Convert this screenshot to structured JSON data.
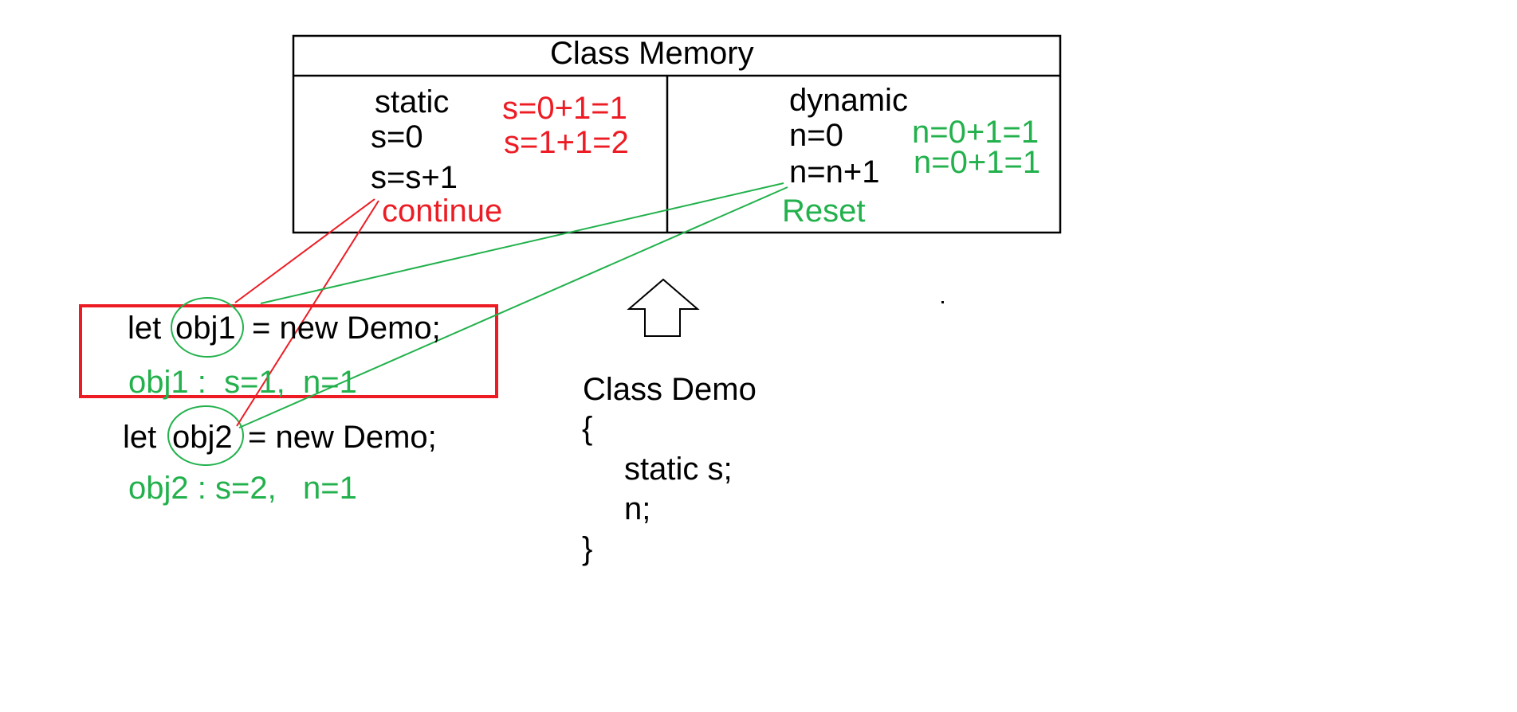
{
  "colors": {
    "black": "#000000",
    "red": "#ed1c24",
    "green": "#22b14c"
  },
  "memory_box": {
    "title": "Class Memory",
    "static_section": {
      "heading": "static",
      "init": "s=0",
      "update": "s=s+1",
      "note": "continue",
      "calcs": [
        "s=0+1=1",
        "s=1+1=2"
      ]
    },
    "dynamic_section": {
      "heading": "dynamic",
      "init": "n=0",
      "update": "n=n+1",
      "note": "Reset",
      "calcs": [
        "n=0+1=1",
        "n=0+1=1"
      ]
    }
  },
  "objects": [
    {
      "prefix": "let",
      "name": "obj1",
      "suffix": "= new Demo;",
      "result": "obj1 :  s=1,  n=1"
    },
    {
      "prefix": "let",
      "name": "obj2",
      "suffix": "= new Demo;",
      "result": "obj2 : s=2,   n=1"
    }
  ],
  "class_def": {
    "line1": "Class Demo",
    "open_brace": "{",
    "member1": "static s;",
    "member2": "n;",
    "close_brace": "}"
  },
  "icons": {
    "arrow": "up-arrow-outline-icon"
  }
}
